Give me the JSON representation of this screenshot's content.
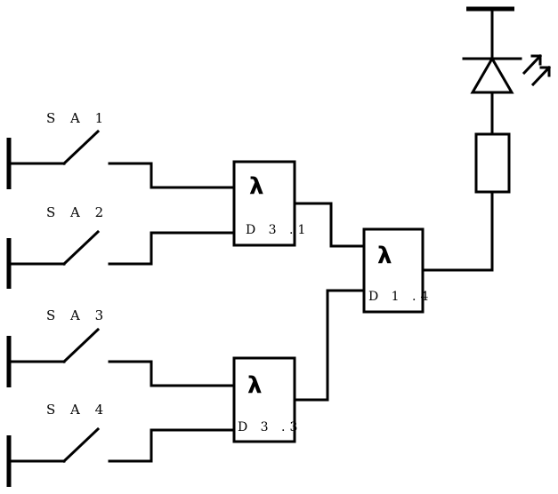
{
  "switches": [
    {
      "id": "sa1",
      "label": "S A 1"
    },
    {
      "id": "sa2",
      "label": "S A 2"
    },
    {
      "id": "sa3",
      "label": "S A 3"
    },
    {
      "id": "sa4",
      "label": "S A 4"
    }
  ],
  "gates": [
    {
      "id": "d31",
      "label": "D 3 .1",
      "symbol": "λ"
    },
    {
      "id": "d33",
      "label": "D 3 .3",
      "symbol": "λ"
    },
    {
      "id": "d14",
      "label": "D 1 .4",
      "symbol": "λ"
    }
  ],
  "colors": {
    "ink": "#000000",
    "background": "#ffffff"
  }
}
